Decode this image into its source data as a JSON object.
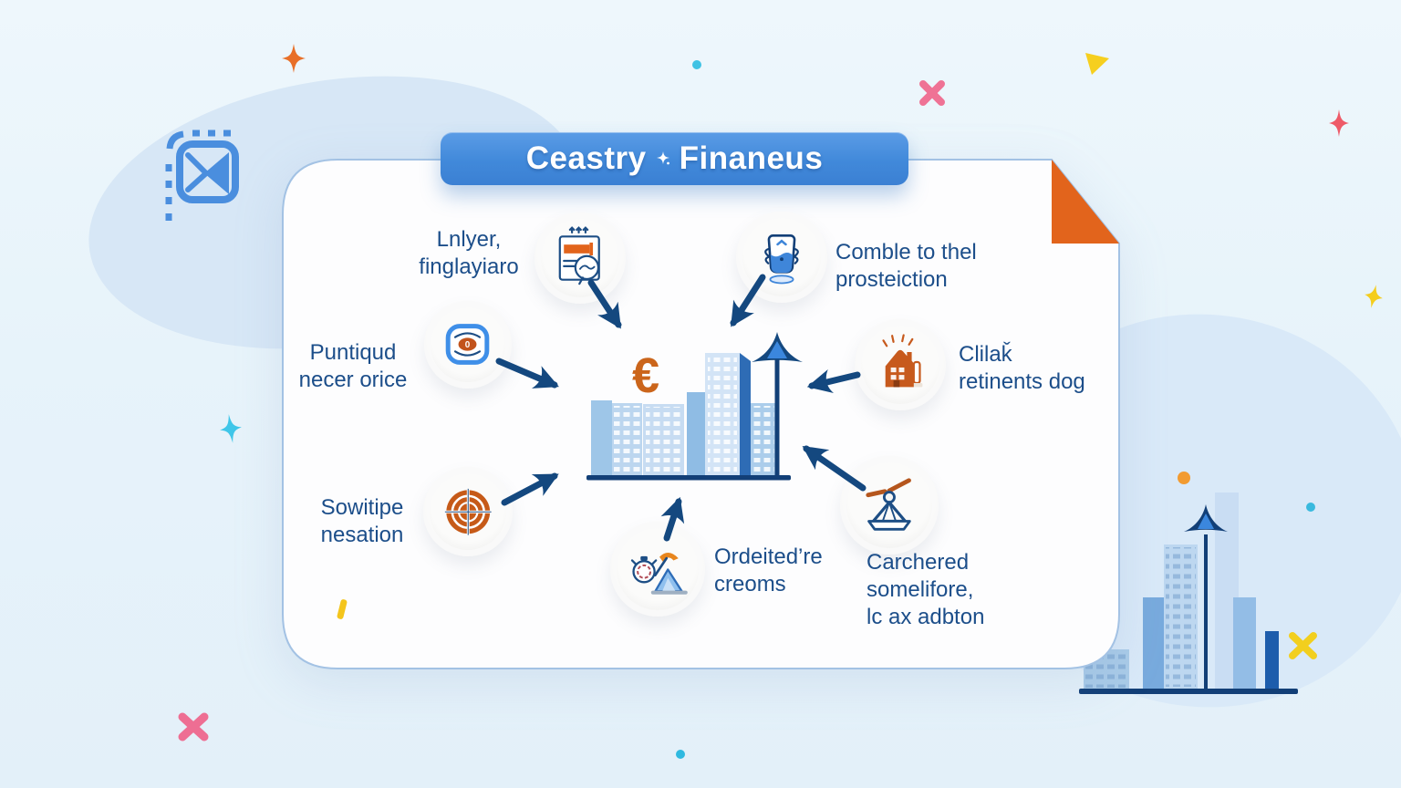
{
  "title": {
    "left": "Ceastry",
    "right": "Finaneus"
  },
  "center": {
    "currency_symbol": "€"
  },
  "nodes": {
    "report": {
      "lines": [
        "Lnlyer,",
        "finglayiaro"
      ]
    },
    "protection": {
      "lines": [
        "Comble to thel",
        "prosteiction"
      ]
    },
    "eye": {
      "lines": [
        "Puntiqud",
        "necer orice"
      ],
      "glyph": "0"
    },
    "house": {
      "lines": [
        "Clilaǩ",
        "retinents dog"
      ]
    },
    "target": {
      "lines": [
        "Sowitipe",
        "nesation"
      ]
    },
    "stopwatch": {
      "lines": [
        "Ordeited’re",
        "creoms"
      ]
    },
    "scale": {
      "lines": [
        "Carchered",
        "somelifore,",
        "lc ax adbton"
      ]
    }
  },
  "icons": {
    "badge_top_left": "send-mail-icon",
    "title_separator": "sparkle-icon",
    "node_report": "report-document-icon",
    "node_protection": "cup-icon",
    "node_eye": "eye-badge-icon",
    "node_house": "house-icon",
    "node_target": "target-icon",
    "node_stopwatch": "stopwatch-tent-icon",
    "node_scale": "balance-scale-icon",
    "center_art": "city-skyline-growth-arrow",
    "bottom_right_art": "bar-chart-buildings"
  },
  "colors": {
    "background": "#e7f3fa",
    "blob": "#d7e7f6",
    "card": "#fdfdfe",
    "card_border": "#a3c2e4",
    "banner_blue": "#4189da",
    "navy": "#14487f",
    "label_text": "#1c4e8a",
    "orange": "#e2641c",
    "euro_orange": "#cb651b",
    "light_building": "#c7dcf2",
    "dark_bar": "#1d5dac"
  }
}
